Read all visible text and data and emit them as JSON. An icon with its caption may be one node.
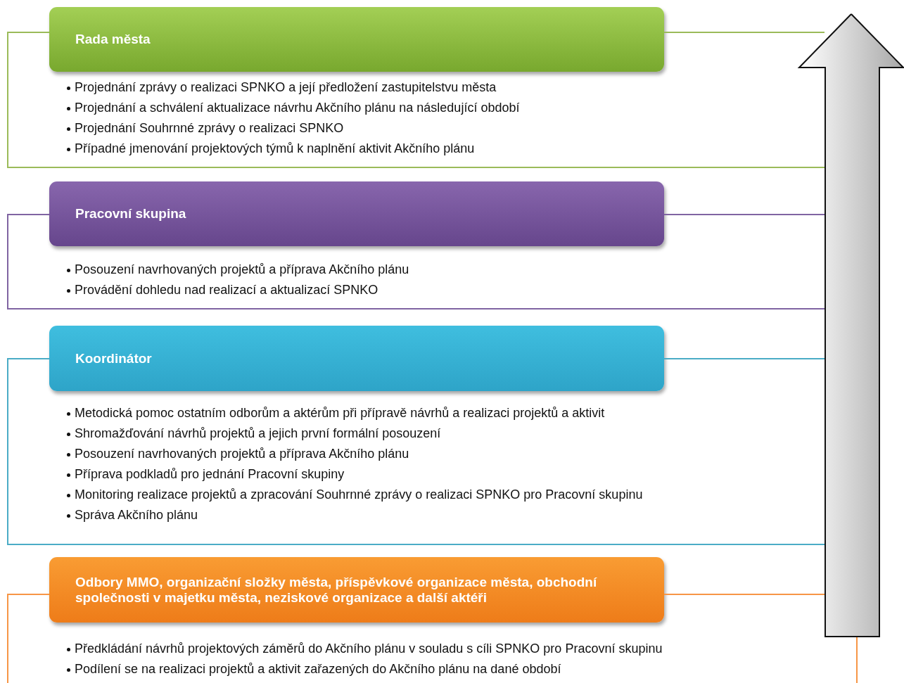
{
  "diagram": {
    "nodes": [
      {
        "text": [
          "Rada města"
        ]
      },
      {
        "text": [
          "Projednání zprávy o realizaci SPNKO a její předložení zastupitelstvu města",
          "Projednání a schválení aktualizace návrhu Akčního plánu na následující období",
          "Projednání Souhrnné zprávy o realizaci SPNKO",
          "Případné jmenování projektových týmů k naplnění aktivit Akčního plánu"
        ]
      },
      {
        "text": [
          "Pracovní skupina"
        ]
      },
      {
        "text": [
          "Posouzení navrhovaných projektů a příprava Akčního plánu",
          "Provádění dohledu nad realizací a aktualizací SPNKO"
        ]
      },
      {
        "text": [
          "Koordinátor"
        ]
      },
      {
        "text": [
          "Metodická pomoc ostatním odborům a aktérům při přípravě návrhů a realizaci projektů a aktivit",
          "Shromažďování návrhů projektů a jejich první formální posouzení",
          "Posouzení navrhovaných projektů a příprava Akčního plánu",
          "Příprava podkladů pro jednání Pracovní skupiny",
          "Monitoring realizace projektů a zpracování Souhrnné zprávy o realizaci SPNKO pro Pracovní skupinu",
          "Správa Akčního plánu"
        ]
      },
      {
        "text": [
          "Odbory MMO, organizační složky města, příspěvkové organizace města, obchodní společnosti v majetku města, neziskové organizace a další aktéři"
        ]
      },
      {
        "text": [
          "Předkládání návrhů projektových záměrů do Akčního plánu v souladu s cíli SPNKO pro Pracovní skupinu",
          "Podílení se na realizaci projektů a aktivit zařazených do Akčního plánu na dané období"
        ]
      }
    ]
  }
}
